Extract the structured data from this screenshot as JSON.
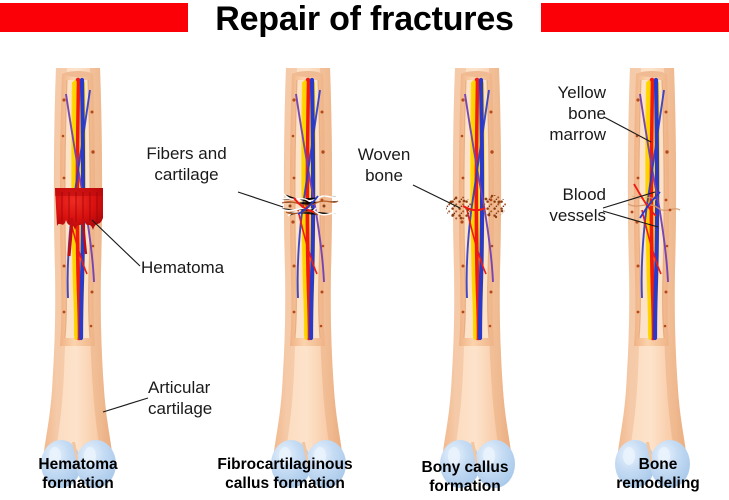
{
  "header": {
    "title": "Repair of  fractures",
    "bar_color": "#fc0007"
  },
  "palette": {
    "bone_outer_light": "#fbd9bb",
    "bone_outer_mid": "#f8c9a2",
    "bone_shadow": "#edb488",
    "marrow_yellow": "#ffe500",
    "artery_red": "#f01a12",
    "vein_blue": "#2a39c8",
    "cartilage_blue": "#bcd8f2",
    "hematoma_red": "#d81016",
    "callus_brown": "#9c4d1e",
    "text_dark": "#1a1a1a"
  },
  "stages": [
    {
      "id": "hematoma-formation",
      "caption": "Hematoma\nformation",
      "caption_line1": "Hematoma",
      "caption_line2": "formation"
    },
    {
      "id": "fibrocartilaginous-callus-formation",
      "caption": "Fibrocartilaginous\ncallus formation",
      "caption_line1": "Fibrocartilaginous",
      "caption_line2": "callus formation"
    },
    {
      "id": "bony-callus-formation",
      "caption": "Bony callus\nformation",
      "caption_line1": "Bony callus",
      "caption_line2": "formation"
    },
    {
      "id": "bone-remodeling",
      "caption": "Bone\nremodeling",
      "caption_line1": "Bone",
      "caption_line2": "remodeling"
    }
  ],
  "annotations": {
    "fibers_and_cartilage": "Fibers and\ncartilage",
    "hematoma": "Hematoma",
    "articular_cartilage": "Articular\ncartilage",
    "woven_bone": "Woven\nbone",
    "yellow_bone_marrow": "Yellow\nbone\nmarrow",
    "blood_vessels": "Blood\nvessels"
  }
}
